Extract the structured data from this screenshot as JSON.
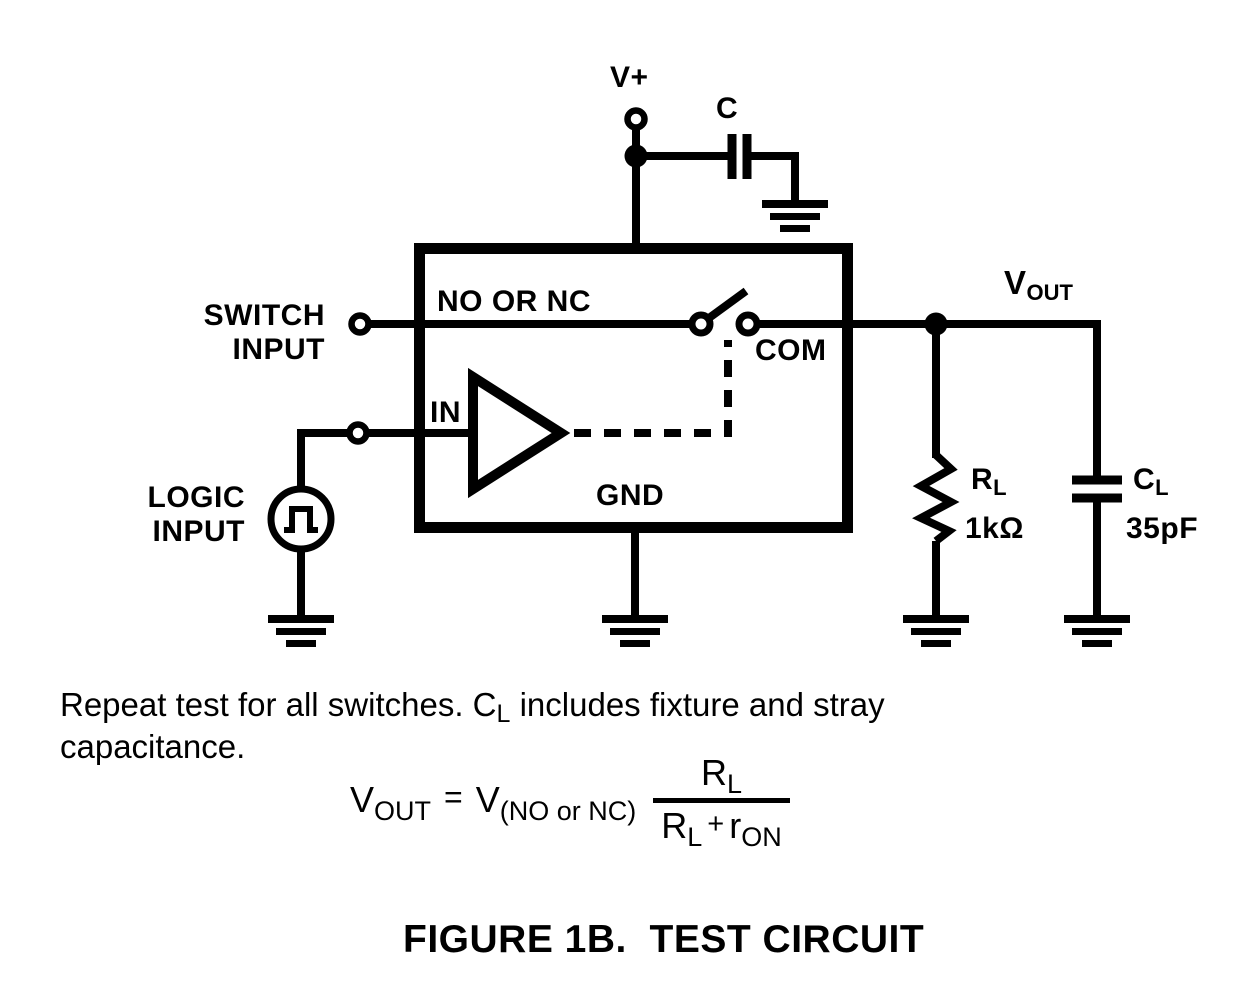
{
  "colors": {
    "ink": "#000000",
    "paper": "#ffffff"
  },
  "labels": {
    "v_plus": "V+",
    "bypass_cap": "C",
    "switch_input": {
      "line1": "SWITCH",
      "line2": "INPUT"
    },
    "logic_input": {
      "line1": "LOGIC",
      "line2": "INPUT"
    },
    "no_or_nc": "NO OR NC",
    "com": "COM",
    "in_pin": "IN",
    "gnd_pin": "GND",
    "v_out": {
      "main": "V",
      "sub": "OUT"
    },
    "r_load": {
      "main": "R",
      "sub": "L",
      "value": "1kΩ"
    },
    "c_load": {
      "main": "C",
      "sub": "L",
      "value": "35pF"
    }
  },
  "note": {
    "line1_pre": "Repeat test for all switches. C",
    "line1_sub": "L",
    "line1_post": " includes fixture and stray",
    "line2": "capacitance."
  },
  "formula": {
    "lhs": {
      "main": "V",
      "sub": "OUT"
    },
    "equals": "=",
    "rhs": {
      "main": "V",
      "sub": "(NO or NC)"
    },
    "fraction": {
      "numerator": {
        "main": "R",
        "sub": "L"
      },
      "denominator": {
        "r1": "R",
        "r1_sub": "L",
        "plus": "+",
        "r2": "r",
        "r2_sub": "ON"
      }
    }
  },
  "caption": "FIGURE 1B.  TEST CIRCUIT"
}
